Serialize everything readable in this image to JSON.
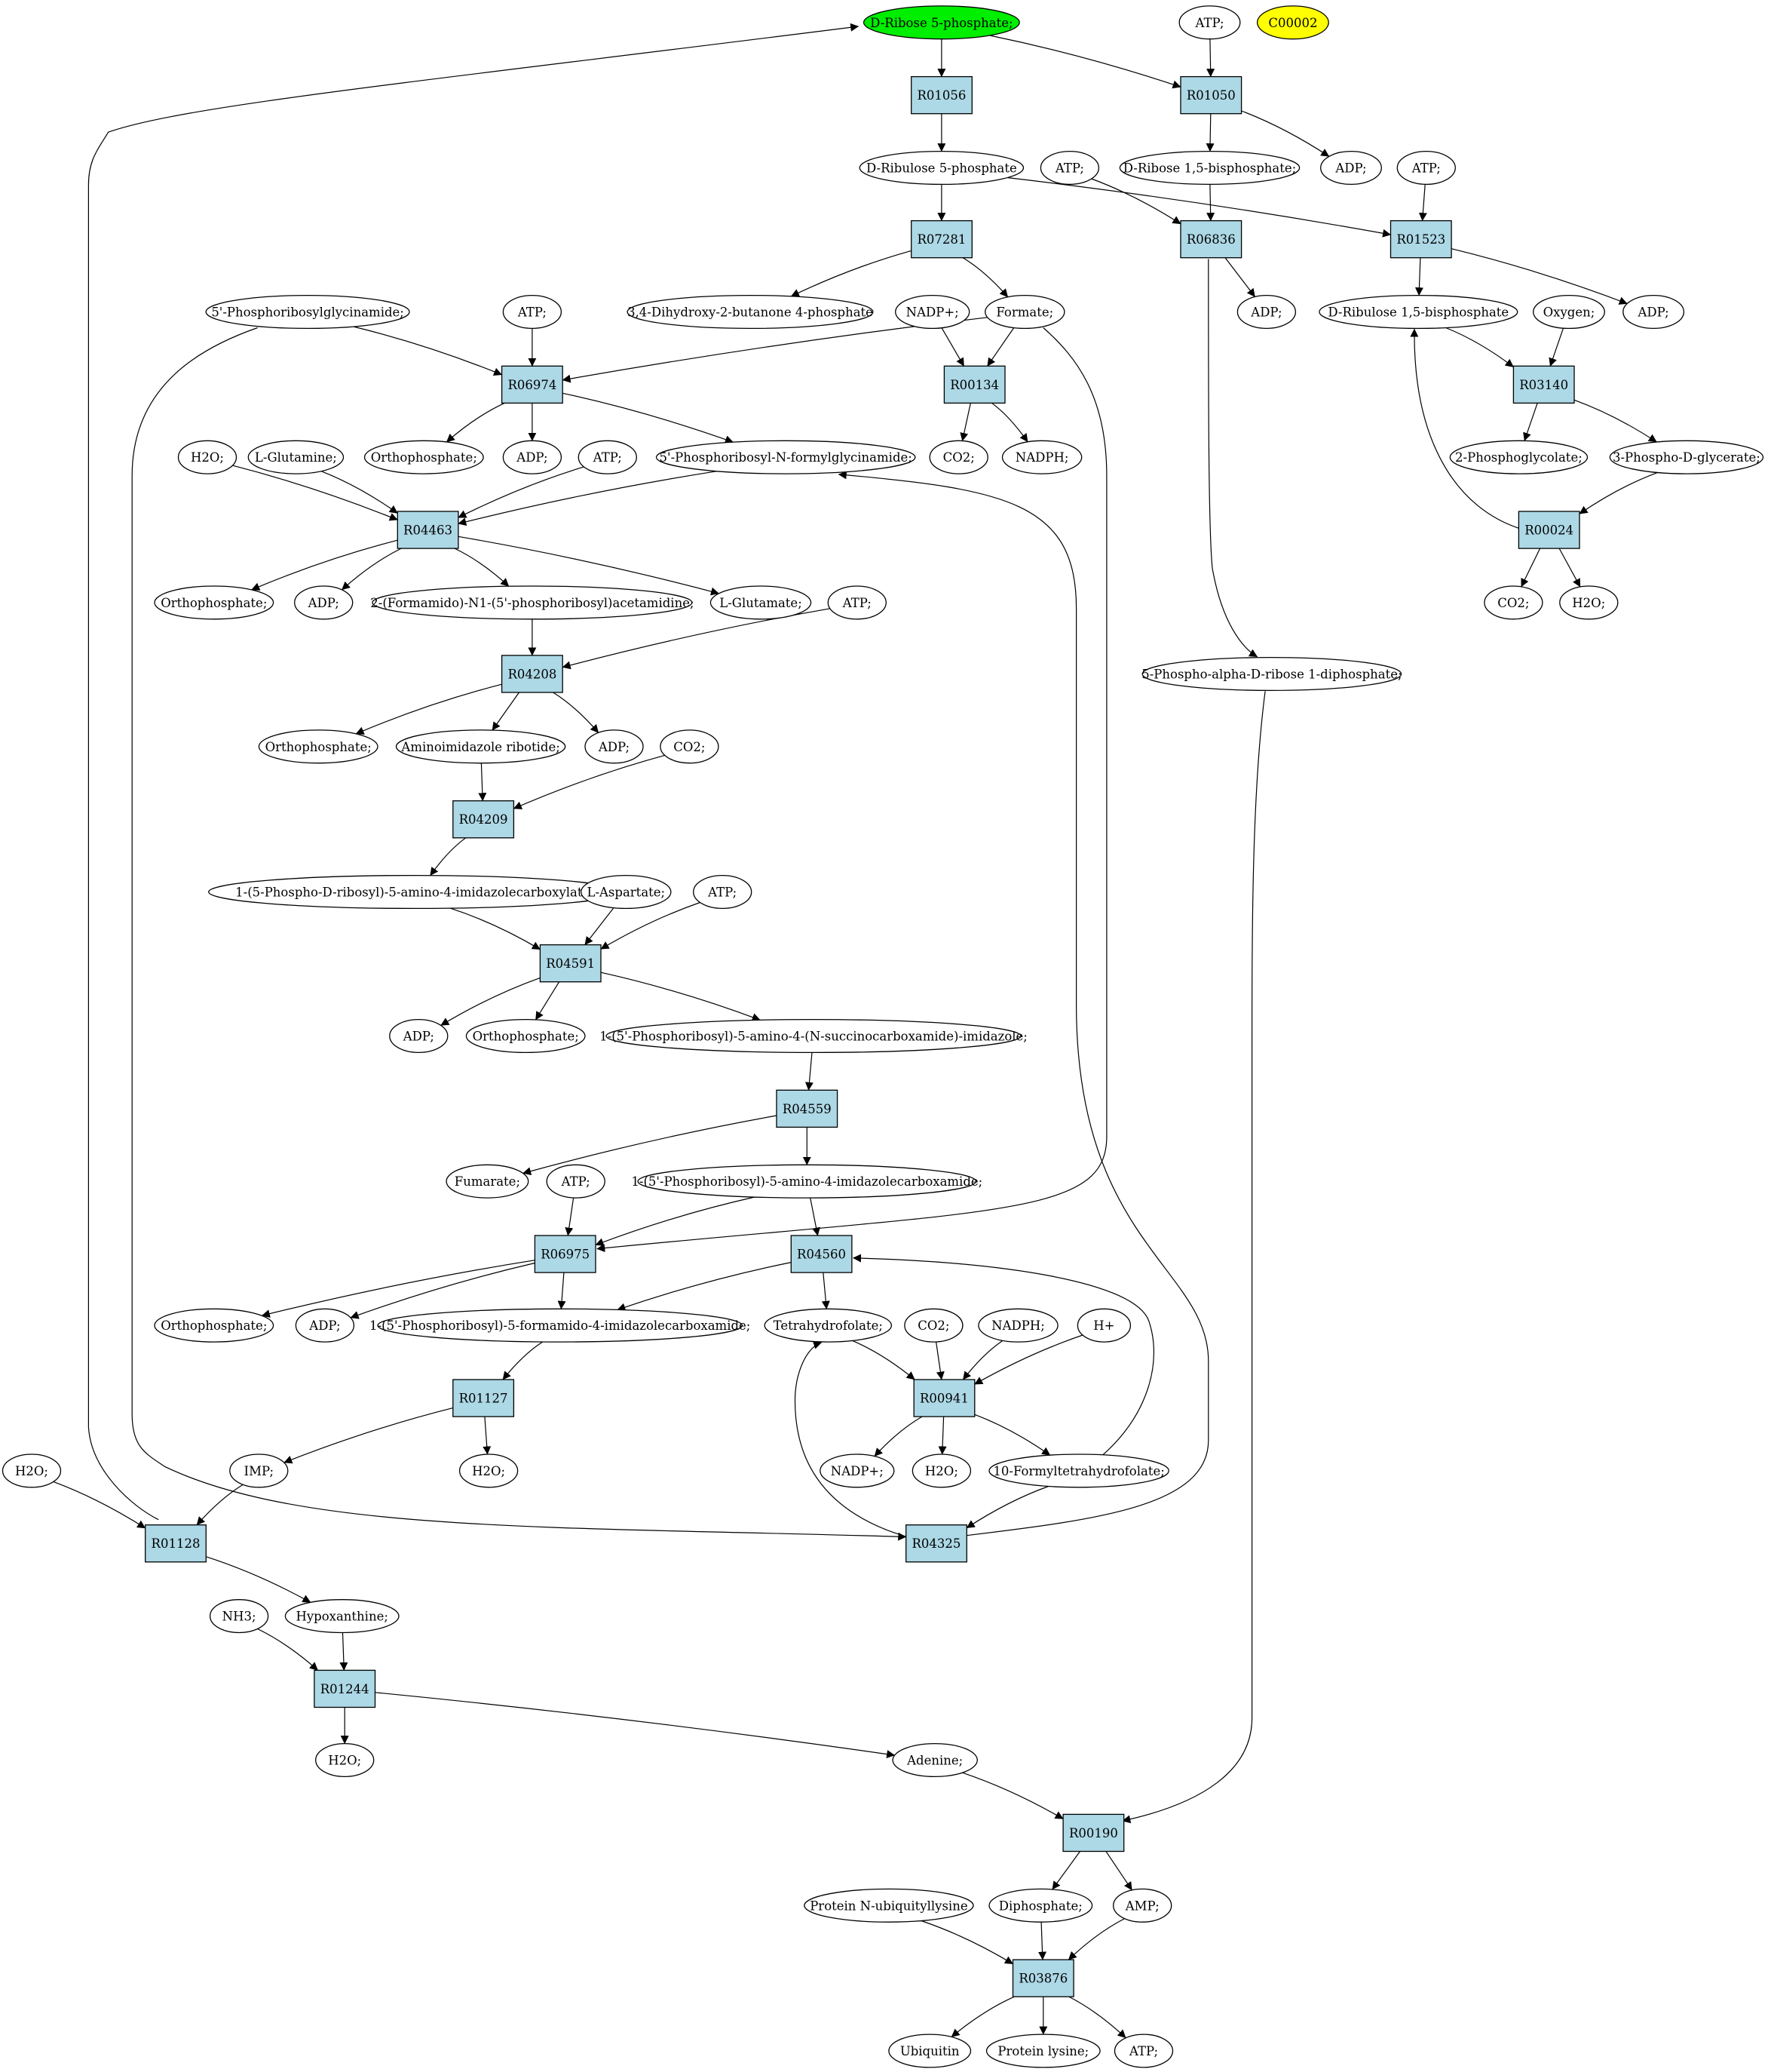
{
  "colors": {
    "reaction_fill": "#add8e6",
    "compound_fill": "#ffffff",
    "highlight_start_fill": "#00ee00",
    "highlight_query_fill": "#ffff00",
    "stroke": "#000000"
  },
  "reactions": [
    {
      "id": "r01056",
      "label": "R01056"
    },
    {
      "id": "r01050",
      "label": "R01050"
    },
    {
      "id": "r07281",
      "label": "R07281"
    },
    {
      "id": "r06836",
      "label": "R06836"
    },
    {
      "id": "r01523",
      "label": "R01523"
    },
    {
      "id": "r06974",
      "label": "R06974"
    },
    {
      "id": "r00134",
      "label": "R00134"
    },
    {
      "id": "r03140",
      "label": "R03140"
    },
    {
      "id": "r04463",
      "label": "R04463"
    },
    {
      "id": "r00024",
      "label": "R00024"
    },
    {
      "id": "r04208",
      "label": "R04208"
    },
    {
      "id": "r04209",
      "label": "R04209"
    },
    {
      "id": "r04591",
      "label": "R04591"
    },
    {
      "id": "r04559",
      "label": "R04559"
    },
    {
      "id": "r06975",
      "label": "R06975"
    },
    {
      "id": "r04560",
      "label": "R04560"
    },
    {
      "id": "r01127",
      "label": "R01127"
    },
    {
      "id": "r00941",
      "label": "R00941"
    },
    {
      "id": "r01128",
      "label": "R01128"
    },
    {
      "id": "r04325",
      "label": "R04325"
    },
    {
      "id": "r01244",
      "label": "R01244"
    },
    {
      "id": "r00190",
      "label": "R00190"
    },
    {
      "id": "r03876",
      "label": "R03876"
    }
  ],
  "compounds": [
    {
      "id": "ribose5p",
      "label": "D-Ribose 5-phosphate;",
      "style": "start"
    },
    {
      "id": "atp_top",
      "label": "ATP;"
    },
    {
      "id": "c00002",
      "label": "C00002",
      "style": "query"
    },
    {
      "id": "ribulose5p",
      "label": "D-Ribulose 5-phosphate"
    },
    {
      "id": "atp_r06836",
      "label": "ATP;"
    },
    {
      "id": "ribose15bp",
      "label": "D-Ribose 1,5-bisphosphate;"
    },
    {
      "id": "adp_r01050",
      "label": "ADP;"
    },
    {
      "id": "atp_r01523",
      "label": "ATP;"
    },
    {
      "id": "phosphoribosylglycinamide",
      "label": "5'-Phosphoribosylglycinamide;"
    },
    {
      "id": "atp_r06974",
      "label": "ATP;"
    },
    {
      "id": "dihydroxybutanone",
      "label": "3,4-Dihydroxy-2-butanone 4-phosphate"
    },
    {
      "id": "nadp_r00134",
      "label": "NADP+;"
    },
    {
      "id": "formate",
      "label": "Formate;"
    },
    {
      "id": "adp_r06836",
      "label": "ADP;"
    },
    {
      "id": "ribulose15bp",
      "label": "D-Ribulose 1,5-bisphosphate"
    },
    {
      "id": "oxygen",
      "label": "Oxygen;"
    },
    {
      "id": "adp_r01523",
      "label": "ADP;"
    },
    {
      "id": "h2o_r04463",
      "label": "H2O;"
    },
    {
      "id": "glutamine",
      "label": "L-Glutamine;"
    },
    {
      "id": "orthophosphate_r06974",
      "label": "Orthophosphate;"
    },
    {
      "id": "adp_r06974",
      "label": "ADP;"
    },
    {
      "id": "atp_r04463",
      "label": "ATP;"
    },
    {
      "id": "fgar",
      "label": "5'-Phosphoribosyl-N-formylglycinamide;"
    },
    {
      "id": "co2_r00134",
      "label": "CO2;"
    },
    {
      "id": "nadph_r00134",
      "label": "NADPH;"
    },
    {
      "id": "phosphoglycolate",
      "label": "2-Phosphoglycolate;"
    },
    {
      "id": "phosphoglycerate",
      "label": "3-Phospho-D-glycerate;"
    },
    {
      "id": "orthophosphate_r04463",
      "label": "Orthophosphate;"
    },
    {
      "id": "adp_r04463",
      "label": "ADP;"
    },
    {
      "id": "fgam",
      "label": "2-(Formamido)-N1-(5'-phosphoribosyl)acetamidine;"
    },
    {
      "id": "glutamate",
      "label": "L-Glutamate;"
    },
    {
      "id": "atp_r04208",
      "label": "ATP;"
    },
    {
      "id": "co2_r00024",
      "label": "CO2;"
    },
    {
      "id": "h2o_r00024",
      "label": "H2O;"
    },
    {
      "id": "prpp",
      "label": "5-Phospho-alpha-D-ribose 1-diphosphate;"
    },
    {
      "id": "orthophosphate_r04208",
      "label": "Orthophosphate;"
    },
    {
      "id": "air",
      "label": "Aminoimidazole ribotide;"
    },
    {
      "id": "adp_r04208",
      "label": "ADP;"
    },
    {
      "id": "co2_r04209",
      "label": "CO2;"
    },
    {
      "id": "cair",
      "label": "1-(5-Phospho-D-ribosyl)-5-amino-4-imidazolecarboxylate;"
    },
    {
      "id": "aspartate",
      "label": "L-Aspartate;"
    },
    {
      "id": "atp_r04591",
      "label": "ATP;"
    },
    {
      "id": "adp_r04591",
      "label": "ADP;"
    },
    {
      "id": "orthophosphate_r04591",
      "label": "Orthophosphate;"
    },
    {
      "id": "saicar",
      "label": "1-(5'-Phosphoribosyl)-5-amino-4-(N-succinocarboxamide)-imidazole;"
    },
    {
      "id": "fumarate",
      "label": "Fumarate;"
    },
    {
      "id": "atp_r06975",
      "label": "ATP;"
    },
    {
      "id": "aicar",
      "label": "1-(5'-Phosphoribosyl)-5-amino-4-imidazolecarboxamide;"
    },
    {
      "id": "orthophosphate_r06975",
      "label": "Orthophosphate;"
    },
    {
      "id": "adp_r06975",
      "label": "ADP;"
    },
    {
      "id": "faicar",
      "label": "1-(5'-Phosphoribosyl)-5-formamido-4-imidazolecarboxamide;"
    },
    {
      "id": "thf",
      "label": "Tetrahydrofolate;"
    },
    {
      "id": "co2_r00941",
      "label": "CO2;"
    },
    {
      "id": "nadph_r00941",
      "label": "NADPH;"
    },
    {
      "id": "hplus",
      "label": "H+"
    },
    {
      "id": "h2o_r01128",
      "label": "H2O;"
    },
    {
      "id": "imp",
      "label": "IMP;"
    },
    {
      "id": "h2o_r01127",
      "label": "H2O;"
    },
    {
      "id": "nadp_r00941",
      "label": "NADP+;"
    },
    {
      "id": "h2o_r00941",
      "label": "H2O;"
    },
    {
      "id": "formylthf",
      "label": "10-Formyltetrahydrofolate;"
    },
    {
      "id": "nh3",
      "label": "NH3;"
    },
    {
      "id": "hypoxanthine",
      "label": "Hypoxanthine;"
    },
    {
      "id": "h2o_r01244",
      "label": "H2O;"
    },
    {
      "id": "adenine",
      "label": "Adenine;"
    },
    {
      "id": "ubiquityllysine",
      "label": "Protein N-ubiquityllysine"
    },
    {
      "id": "diphosphate",
      "label": "Diphosphate;"
    },
    {
      "id": "amp",
      "label": "AMP;"
    },
    {
      "id": "ubiquitin",
      "label": "Ubiquitin"
    },
    {
      "id": "proteinlysine",
      "label": "Protein lysine;"
    },
    {
      "id": "atp_r03876",
      "label": "ATP;"
    }
  ],
  "edges": [
    [
      "ribose5p",
      "r01056"
    ],
    [
      "ribose5p",
      "r01050"
    ],
    [
      "atp_top",
      "r01050"
    ],
    [
      "r01056",
      "ribulose5p"
    ],
    [
      "r01050",
      "ribose15bp"
    ],
    [
      "r01050",
      "adp_r01050"
    ],
    [
      "ribulose5p",
      "r07281"
    ],
    [
      "ribulose5p",
      "r01523"
    ],
    [
      "atp_r06836",
      "r06836"
    ],
    [
      "ribose15bp",
      "r06836"
    ],
    [
      "atp_r01523",
      "r01523"
    ],
    [
      "r07281",
      "dihydroxybutanone"
    ],
    [
      "r07281",
      "formate"
    ],
    [
      "r06836",
      "adp_r06836"
    ],
    [
      "r06836",
      "prpp"
    ],
    [
      "r01523",
      "ribulose15bp"
    ],
    [
      "r01523",
      "adp_r01523"
    ],
    [
      "phosphoribosylglycinamide",
      "r06974"
    ],
    [
      "atp_r06974",
      "r06974"
    ],
    [
      "formate",
      "r06974"
    ],
    [
      "nadp_r00134",
      "r00134"
    ],
    [
      "formate",
      "r00134"
    ],
    [
      "formate",
      "r06975"
    ],
    [
      "ribulose15bp",
      "r03140"
    ],
    [
      "oxygen",
      "r03140"
    ],
    [
      "r06974",
      "orthophosphate_r06974"
    ],
    [
      "r06974",
      "adp_r06974"
    ],
    [
      "r06974",
      "fgar"
    ],
    [
      "r00134",
      "co2_r00134"
    ],
    [
      "r00134",
      "nadph_r00134"
    ],
    [
      "r03140",
      "phosphoglycolate"
    ],
    [
      "r03140",
      "phosphoglycerate"
    ],
    [
      "h2o_r04463",
      "r04463"
    ],
    [
      "glutamine",
      "r04463"
    ],
    [
      "atp_r04463",
      "r04463"
    ],
    [
      "fgar",
      "r04463"
    ],
    [
      "phosphoglycerate",
      "r00024"
    ],
    [
      "r00024",
      "ribulose15bp"
    ],
    [
      "r04463",
      "orthophosphate_r04463"
    ],
    [
      "r04463",
      "adp_r04463"
    ],
    [
      "r04463",
      "fgam"
    ],
    [
      "r04463",
      "glutamate"
    ],
    [
      "r00024",
      "co2_r00024"
    ],
    [
      "r00024",
      "h2o_r00024"
    ],
    [
      "fgam",
      "r04208"
    ],
    [
      "atp_r04208",
      "r04208"
    ],
    [
      "r04208",
      "orthophosphate_r04208"
    ],
    [
      "r04208",
      "air"
    ],
    [
      "r04208",
      "adp_r04208"
    ],
    [
      "air",
      "r04209"
    ],
    [
      "co2_r04209",
      "r04209"
    ],
    [
      "r04209",
      "cair"
    ],
    [
      "cair",
      "r04591"
    ],
    [
      "aspartate",
      "r04591"
    ],
    [
      "atp_r04591",
      "r04591"
    ],
    [
      "r04591",
      "adp_r04591"
    ],
    [
      "r04591",
      "orthophosphate_r04591"
    ],
    [
      "r04591",
      "saicar"
    ],
    [
      "saicar",
      "r04559"
    ],
    [
      "r04559",
      "fumarate"
    ],
    [
      "r04559",
      "aicar"
    ],
    [
      "atp_r06975",
      "r06975"
    ],
    [
      "aicar",
      "r06975"
    ],
    [
      "aicar",
      "r04560"
    ],
    [
      "r06975",
      "orthophosphate_r06975"
    ],
    [
      "r06975",
      "adp_r06975"
    ],
    [
      "r06975",
      "faicar"
    ],
    [
      "r04560",
      "faicar"
    ],
    [
      "r04560",
      "thf"
    ],
    [
      "faicar",
      "r01127"
    ],
    [
      "r01127",
      "imp"
    ],
    [
      "r01127",
      "h2o_r01127"
    ],
    [
      "thf",
      "r00941"
    ],
    [
      "co2_r00941",
      "r00941"
    ],
    [
      "nadph_r00941",
      "r00941"
    ],
    [
      "hplus",
      "r00941"
    ],
    [
      "r00941",
      "nadp_r00941"
    ],
    [
      "r00941",
      "h2o_r00941"
    ],
    [
      "r00941",
      "formylthf"
    ],
    [
      "formylthf",
      "r04560"
    ],
    [
      "formylthf",
      "r04325"
    ],
    [
      "phosphoribosylglycinamide",
      "r04325"
    ],
    [
      "r04325",
      "fgar"
    ],
    [
      "r04325",
      "thf"
    ],
    [
      "h2o_r01128",
      "r01128"
    ],
    [
      "imp",
      "r01128"
    ],
    [
      "r01128",
      "ribose5p"
    ],
    [
      "r01128",
      "hypoxanthine"
    ],
    [
      "nh3",
      "r01244"
    ],
    [
      "hypoxanthine",
      "r01244"
    ],
    [
      "r01244",
      "h2o_r01244"
    ],
    [
      "r01244",
      "adenine"
    ],
    [
      "adenine",
      "r00190"
    ],
    [
      "prpp",
      "r00190"
    ],
    [
      "r00190",
      "diphosphate"
    ],
    [
      "r00190",
      "amp"
    ],
    [
      "ubiquityllysine",
      "r03876"
    ],
    [
      "diphosphate",
      "r03876"
    ],
    [
      "amp",
      "r03876"
    ],
    [
      "r03876",
      "ubiquitin"
    ],
    [
      "r03876",
      "proteinlysine"
    ],
    [
      "r03876",
      "atp_r03876"
    ]
  ]
}
